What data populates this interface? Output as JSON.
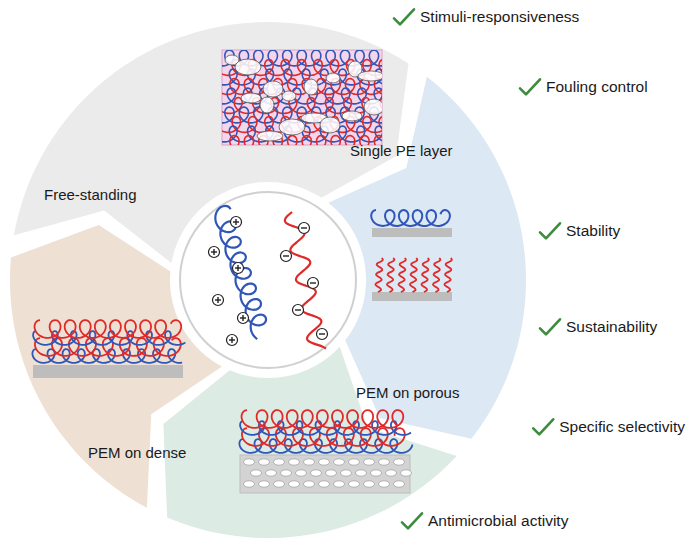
{
  "diagram": {
    "nodes": [
      {
        "text": [
          "Free-standing"
        ]
      },
      {
        "text": [
          "Single PE layer"
        ]
      },
      {
        "text": [
          "PEM on porous"
        ]
      },
      {
        "text": [
          "PEM on dense"
        ]
      }
    ],
    "labels": [
      "Stimuli-responsiveness",
      "Fouling control",
      "Stability",
      "Sustainability",
      "Specific selectivity",
      "Antimicrobial activity"
    ]
  }
}
